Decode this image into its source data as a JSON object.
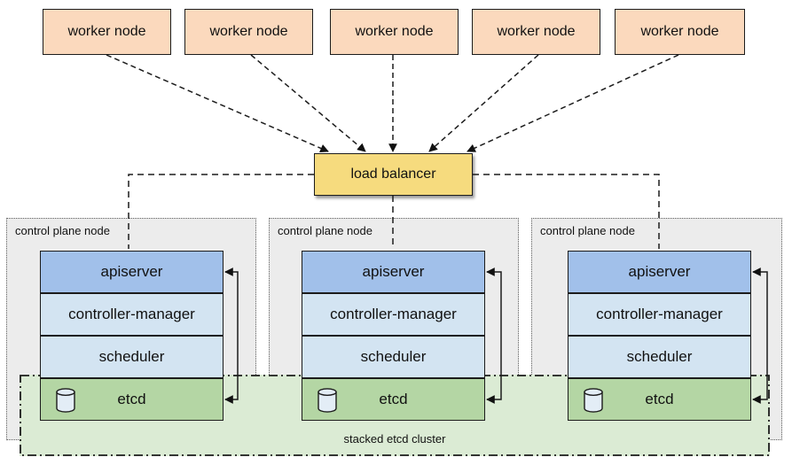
{
  "diagram": {
    "workers": [
      {
        "label": "worker node"
      },
      {
        "label": "worker node"
      },
      {
        "label": "worker node"
      },
      {
        "label": "worker node"
      },
      {
        "label": "worker node"
      }
    ],
    "load_balancer": {
      "label": "load balancer"
    },
    "control_plane_nodes": [
      {
        "label": "control plane node",
        "components": [
          {
            "name": "apiserver"
          },
          {
            "name": "controller-manager"
          },
          {
            "name": "scheduler"
          },
          {
            "name": "etcd",
            "icon": "database-cylinder-icon"
          }
        ]
      },
      {
        "label": "control plane node",
        "components": [
          {
            "name": "apiserver"
          },
          {
            "name": "controller-manager"
          },
          {
            "name": "scheduler"
          },
          {
            "name": "etcd",
            "icon": "database-cylinder-icon"
          }
        ]
      },
      {
        "label": "control plane node",
        "components": [
          {
            "name": "apiserver"
          },
          {
            "name": "controller-manager"
          },
          {
            "name": "scheduler"
          },
          {
            "name": "etcd",
            "icon": "database-cylinder-icon"
          }
        ]
      }
    ],
    "etcd_cluster": {
      "label": "stacked etcd cluster"
    },
    "colors": {
      "worker_fill": "#FBD9BD",
      "load_balancer_fill": "#F6DB7E",
      "apiserver_fill": "#A1C0EA",
      "component_fill": "#D3E4F2",
      "etcd_fill": "#B4D6A4",
      "etcd_cluster_fill": "#DBEBD4",
      "control_plane_fill": "#ECECEC",
      "line": "#1c1c1c"
    }
  }
}
